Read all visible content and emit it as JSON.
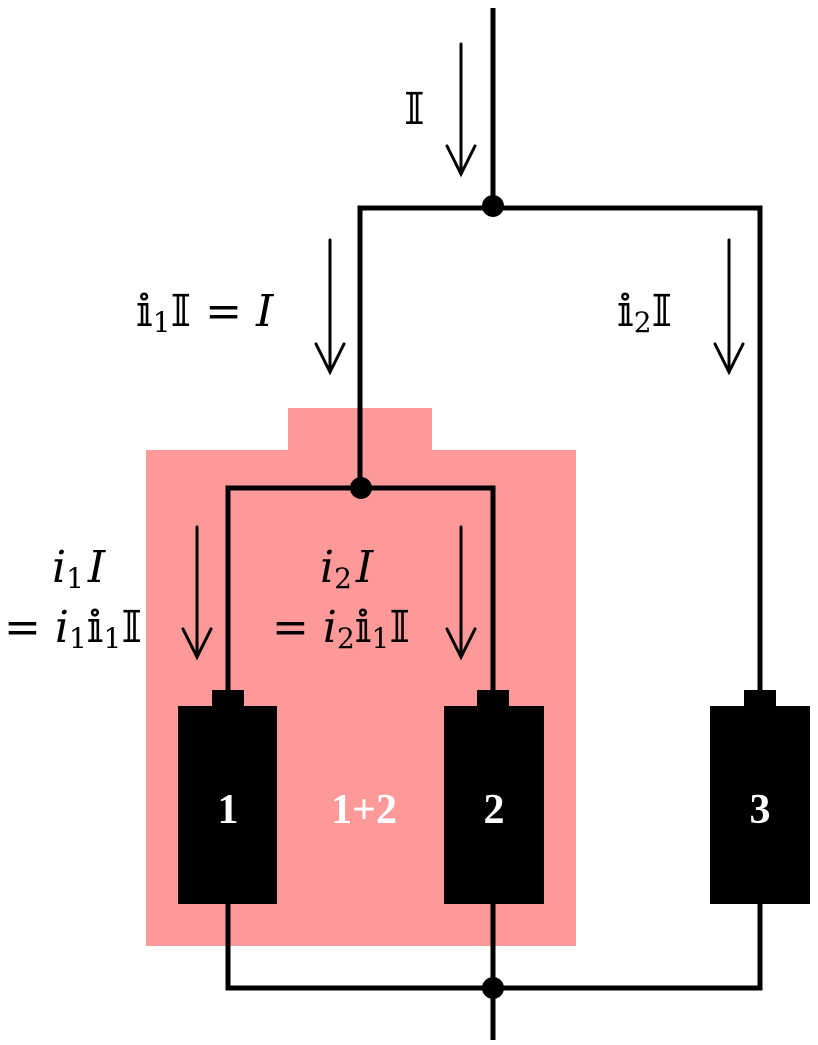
{
  "colors": {
    "wire": "#000000",
    "cell_fill": "#000000",
    "cell_text": "#ffffff",
    "group_fill": "#fd9999",
    "group_text": "#ffffff",
    "background": "#ffffff"
  },
  "labels": {
    "total_current": "𝕀",
    "branch_1_2": {
      "a": "𝕚",
      "a_sub": "1",
      "b": "𝕀 = ",
      "c": "I"
    },
    "branch_3": {
      "a": "𝕚",
      "a_sub": "2",
      "b": "𝕀"
    },
    "cell_1_current": {
      "line1_a": "i",
      "line1_sub": "1",
      "line1_b": "I",
      "line2_eq": "= ",
      "line2_a": "i",
      "line2_sub1": "1",
      "line2_b": "𝕚",
      "line2_sub2": "1",
      "line2_c": "𝕀"
    },
    "cell_2_current": {
      "line1_a": "i",
      "line1_sub": "2",
      "line1_b": "I",
      "line2_eq": "= ",
      "line2_a": "i",
      "line2_sub1": "2",
      "line2_b": "𝕚",
      "line2_sub2": "1",
      "line2_c": "𝕀"
    }
  },
  "cells": [
    {
      "label": "1"
    },
    {
      "label": "2"
    },
    {
      "label": "3"
    }
  ],
  "group": {
    "label": "1+2"
  }
}
